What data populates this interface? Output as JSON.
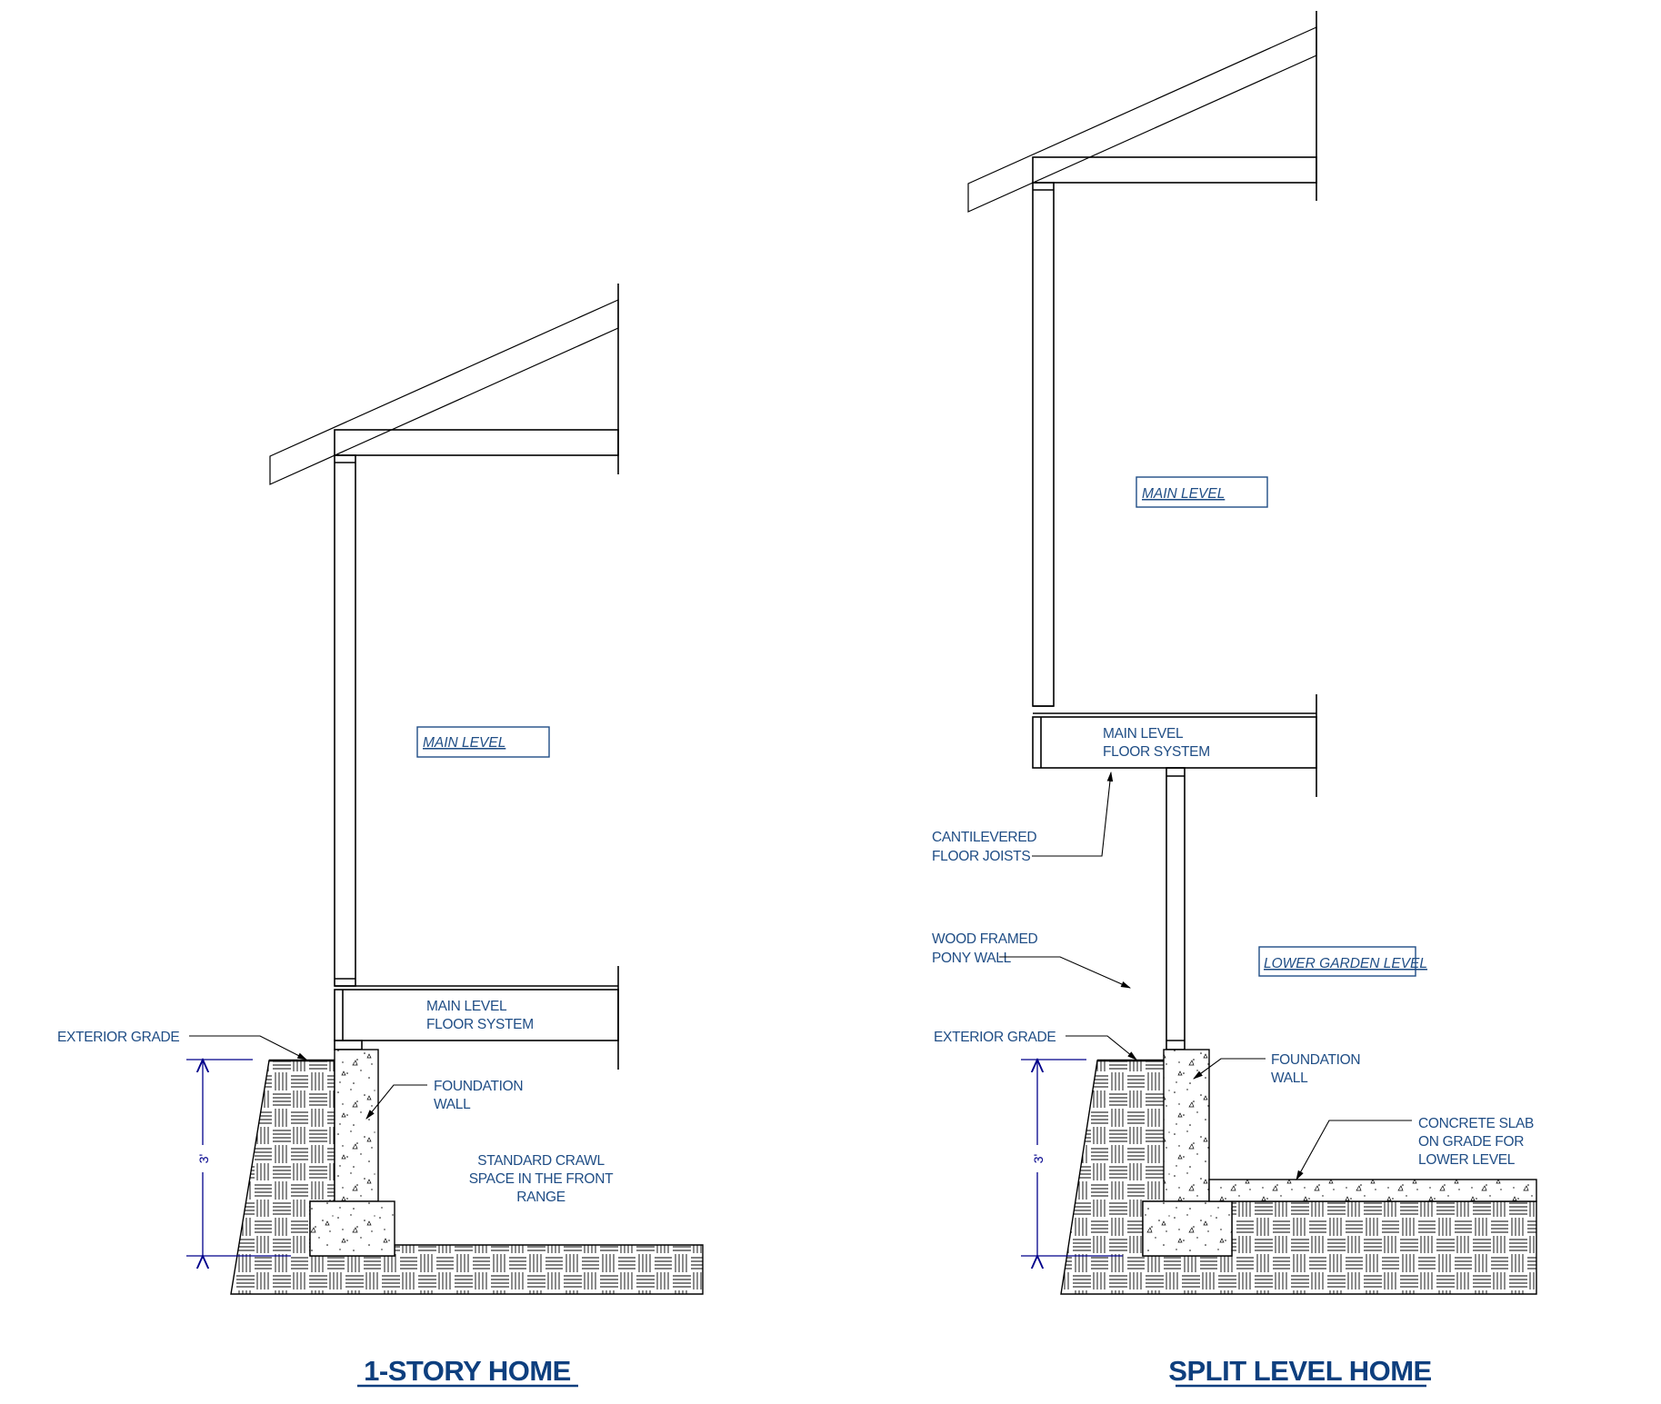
{
  "diagrams": [
    {
      "id": "one-story",
      "title": "1-STORY HOME",
      "room_label": "MAIN LEVEL",
      "floor_system_label": [
        "MAIN LEVEL",
        "FLOOR SYSTEM"
      ],
      "exterior_grade_label": "EXTERIOR GRADE",
      "foundation_wall_label": [
        "FOUNDATION",
        "WALL"
      ],
      "crawl_space_label": [
        "STANDARD CRAWL",
        "SPACE IN THE FRONT",
        "RANGE"
      ],
      "dimension_label": "3'"
    },
    {
      "id": "split-level",
      "title": "SPLIT LEVEL HOME",
      "room_label": "MAIN LEVEL",
      "lower_room_label": "LOWER GARDEN LEVEL",
      "floor_system_label": [
        "MAIN LEVEL",
        "FLOOR SYSTEM"
      ],
      "cantilever_label": [
        "CANTILEVERED",
        "FLOOR JOISTS"
      ],
      "pony_wall_label": [
        "WOOD FRAMED",
        "PONY WALL"
      ],
      "exterior_grade_label": "EXTERIOR GRADE",
      "foundation_wall_label": [
        "FOUNDATION",
        "WALL"
      ],
      "slab_label": [
        "CONCRETE SLAB",
        "ON GRADE FOR",
        "LOWER LEVEL"
      ],
      "dimension_label": "3'"
    }
  ],
  "colors": {
    "label_text": "#1f4d85",
    "title_text": "#0e3f7e",
    "dimension": "#00008b",
    "linework": "#000000"
  }
}
